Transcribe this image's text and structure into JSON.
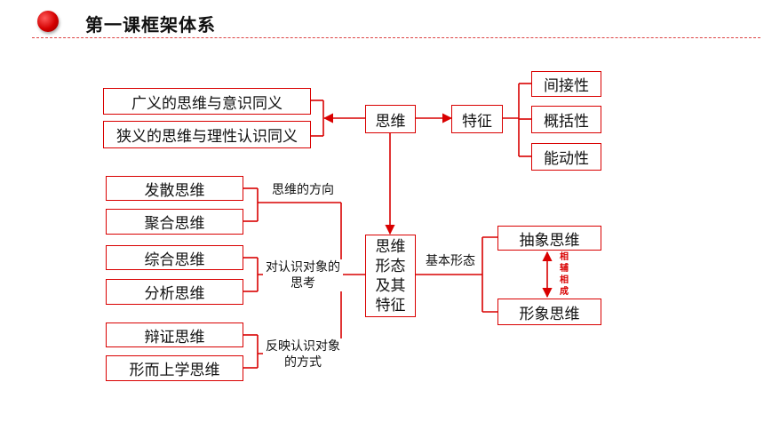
{
  "header": {
    "title": "第一课框架体系"
  },
  "center": {
    "thinking": "思维",
    "forms": "思维形态及其特征"
  },
  "meaning": {
    "broad": "广义的思维与意识同义",
    "narrow": "狭义的思维与理性认识同义"
  },
  "features": {
    "label": "特征",
    "items": [
      "间接性",
      "概括性",
      "能动性"
    ]
  },
  "basic_forms": {
    "label": "基本形态",
    "items": [
      "抽象思维",
      "形象思维"
    ],
    "relation": "相辅相成"
  },
  "classifications": [
    {
      "criterion": "思维的方向",
      "items": [
        "发散思维",
        "聚合思维"
      ]
    },
    {
      "criterion": "对认识对象的思考",
      "items": [
        "综合思维",
        "分析思维"
      ]
    },
    {
      "criterion": "反映认识对象的方式",
      "items": [
        "辩证思维",
        "形而上学思维"
      ]
    }
  ],
  "colors": {
    "accent": "#d90000"
  }
}
